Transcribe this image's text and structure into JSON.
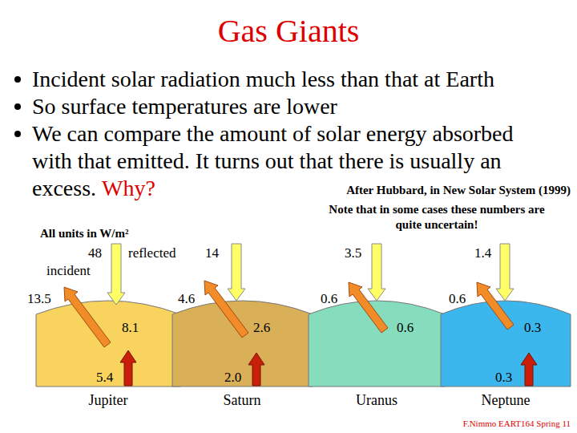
{
  "diagram": {
    "title": "Gas Giants",
    "nodes": [
      {
        "text": [
          "8.1",
          "5.4",
          "Jupiter"
        ]
      },
      {
        "text": [
          "2.6",
          "2.0",
          "Saturn"
        ]
      },
      {
        "text": [
          "0.6",
          "Uranus"
        ]
      },
      {
        "text": [
          "0.3",
          "0.3",
          "Neptune"
        ]
      }
    ],
    "labels": [
      "Incident solar radiation much less than that at Earth",
      "So surface temperatures are lower",
      "We can compare the amount of solar energy absorbed with that emitted. It turns out that there is usually an excess.",
      "Why?",
      "After Hubbard, in New Solar System (1999)",
      "Note that in some cases these numbers are quite uncertain!",
      "All units in W/m²",
      "48",
      "reflected",
      "incident",
      "14",
      "3.5",
      "1.4",
      "13.5",
      "4.6",
      "0.6",
      "0.6",
      "F.Nimmo EART164 Spring 11"
    ]
  }
}
